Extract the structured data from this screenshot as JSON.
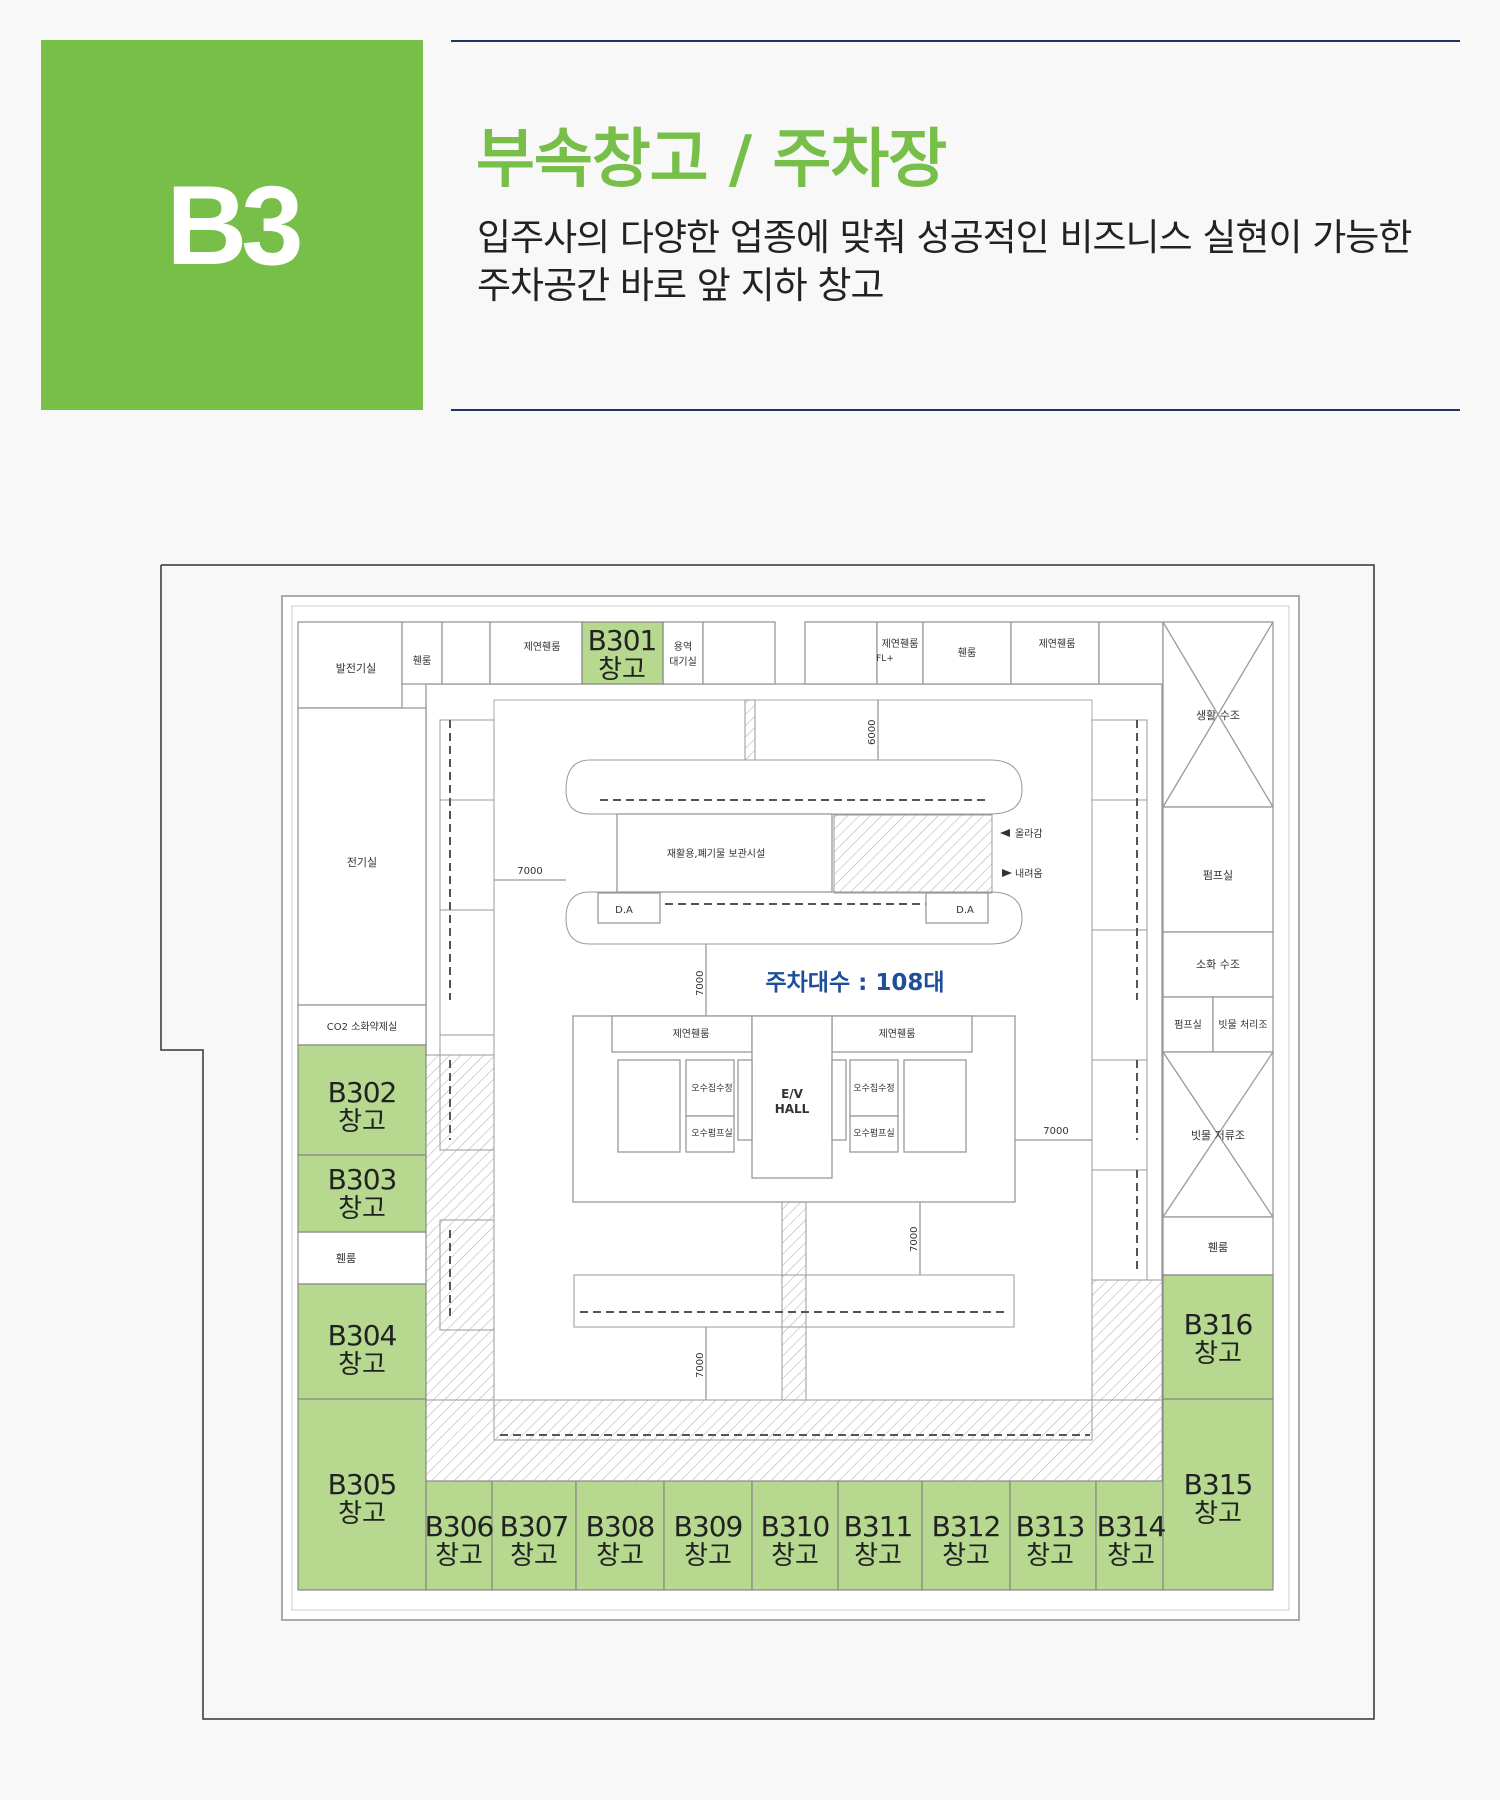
{
  "header": {
    "badge": "B3",
    "title": "부속창고 / 주차장",
    "description_line1": "입주사의 다양한 업종에 맞춰 성공적인 비즈니스 실현이 가능한",
    "description_line2": "주차공간 바로 앞 지하 창고"
  },
  "plan": {
    "parking_count": "주차대수 : 108대",
    "ev_hall": [
      "E/V",
      "HALL"
    ],
    "storage_type": "창고",
    "storages": [
      "B301",
      "B302",
      "B303",
      "B304",
      "B305",
      "B306",
      "B307",
      "B308",
      "B309",
      "B310",
      "B311",
      "B312",
      "B313",
      "B314",
      "B315",
      "B316"
    ],
    "rooms": {
      "generator": "발전기실",
      "fan1": "휀룸",
      "smoke_fan1": "제연휀룸",
      "waiting": [
        "용역",
        "대기실"
      ],
      "smoke_fan2": "제연휀룸",
      "fan2": "휀룸",
      "smoke_fan3": "제연휀룸",
      "water_tank": "생활 수조",
      "electric": "전기실",
      "pump1": "펌프실",
      "fire_tank": "소화 수조",
      "pump2": "펌프실",
      "rain_treat": "빗물 처리조",
      "rain_store": "빗물 저류조",
      "co2": "CO2 소화약제실",
      "fan3": "휀룸",
      "fan4": "휀룸",
      "recycle": "재활용,폐기물 보관시설",
      "da1": "D.A",
      "da2": "D.A",
      "up": "올라감",
      "down": "내려옴",
      "core_fan1": "제연휀룸",
      "core_fan2": "제연휀룸",
      "sewage_tank1": "오수집수정",
      "sewage_tank2": "오수집수정",
      "sewage_pump1": "오수펌프실",
      "sewage_pump2": "오수펌프실",
      "fl": "FL+"
    },
    "dimensions": {
      "d6000": "6000",
      "d7000_left": "7000",
      "d7000_mid_top": "7000",
      "d7000_right": "7000",
      "d7000_mid_bottom": "7000",
      "d7000_bottom": "7000"
    }
  },
  "colors": {
    "brand_green": "#78bf4a",
    "storage_green": "#b6d88f",
    "rule_navy": "#1f3564",
    "count_blue": "#1f4e9a"
  }
}
